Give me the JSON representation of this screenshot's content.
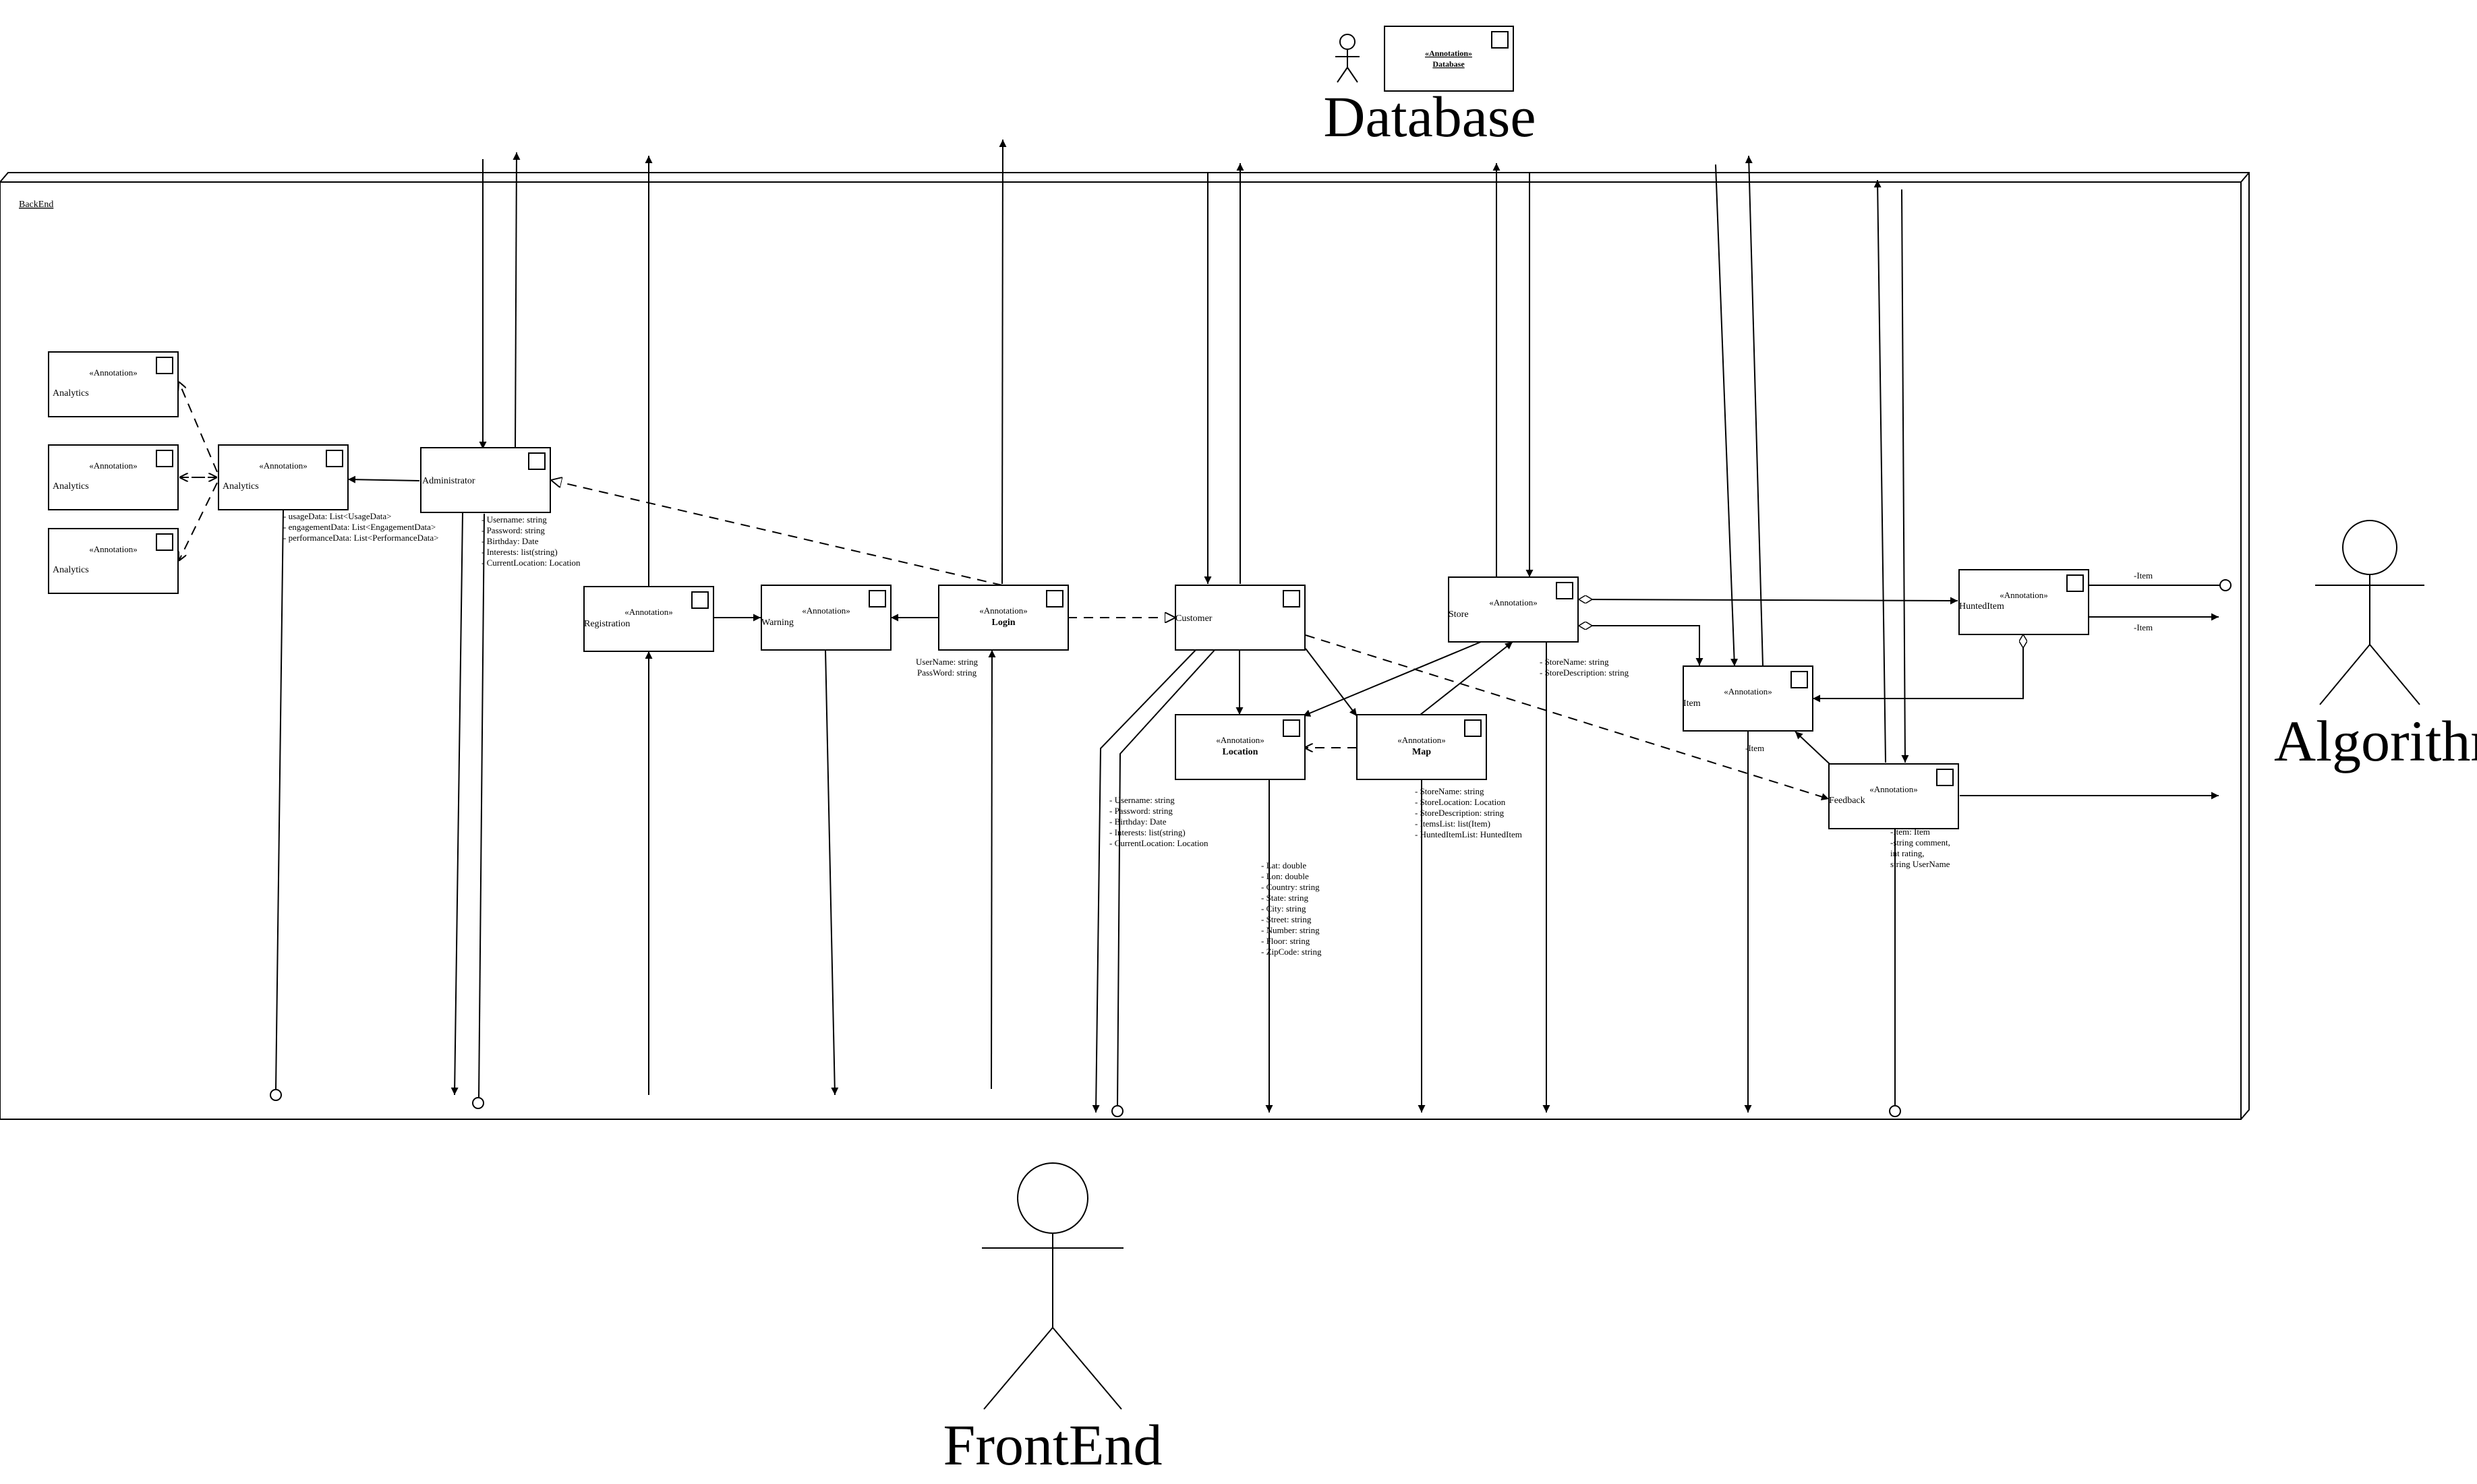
{
  "stereotype": "«Annotation»",
  "database": {
    "title": "Database",
    "component_label": "Database"
  },
  "frontend": {
    "title": "FrontEnd"
  },
  "algorithm": {
    "title": "Algorithm"
  },
  "backend": {
    "label": "BackEnd"
  },
  "classes": {
    "analytics_1": {
      "name": "Analytics"
    },
    "analytics_2": {
      "name": "Analytics"
    },
    "analytics_3": {
      "name": "Analytics"
    },
    "analytics_main": {
      "name": "Analytics",
      "attrs": [
        "- usageData: List<UsageData>",
        "- engagementData: List<EngagementData>",
        "- performanceData: List<PerformanceData>"
      ]
    },
    "administrator": {
      "name": "Administrator",
      "attrs": [
        "- Username: string",
        "- Password: string",
        "- Birthday: Date",
        "- Interests: list(string)",
        "- CurrentLocation: Location"
      ]
    },
    "registration": {
      "name": "Registration"
    },
    "warning": {
      "name": "Warning"
    },
    "login": {
      "name": "Login",
      "attrs": [
        "UserName: string",
        "PassWord: string"
      ]
    },
    "customer": {
      "name": "Customer",
      "attrs": [
        "- Username: string",
        "- Password: string",
        "- Birthday: Date",
        "- Interests: list(string)",
        "- CurrentLocation: Location"
      ]
    },
    "location": {
      "name": "Location",
      "attrs": [
        "- Lat: double",
        "- Lon: double",
        "- Country: string",
        "- State: string",
        "- City: string",
        "- Street: string",
        "- Number: string",
        "- Floor: string",
        "- ZipCode: string"
      ]
    },
    "map": {
      "name": "Map",
      "attrs": [
        "- StoreName: string",
        "- StoreLocation: Location",
        "- StoreDescription: string",
        "- ItemsList: list(Item)",
        "- HuntedItemList: HuntedItem"
      ]
    },
    "store": {
      "name": "Store",
      "attrs": [
        "- StoreName: string",
        "- StoreDescription: string"
      ]
    },
    "item": {
      "name": "Item",
      "attrs": [
        "-Item"
      ]
    },
    "hunted_item": {
      "name": "HuntedItem",
      "attrs": [
        "-Item",
        "-Item"
      ]
    },
    "feedback": {
      "name": "Feedback",
      "attrs": [
        "-Item: Item",
        "-string comment,",
        "int rating,",
        "string UserName"
      ]
    }
  }
}
